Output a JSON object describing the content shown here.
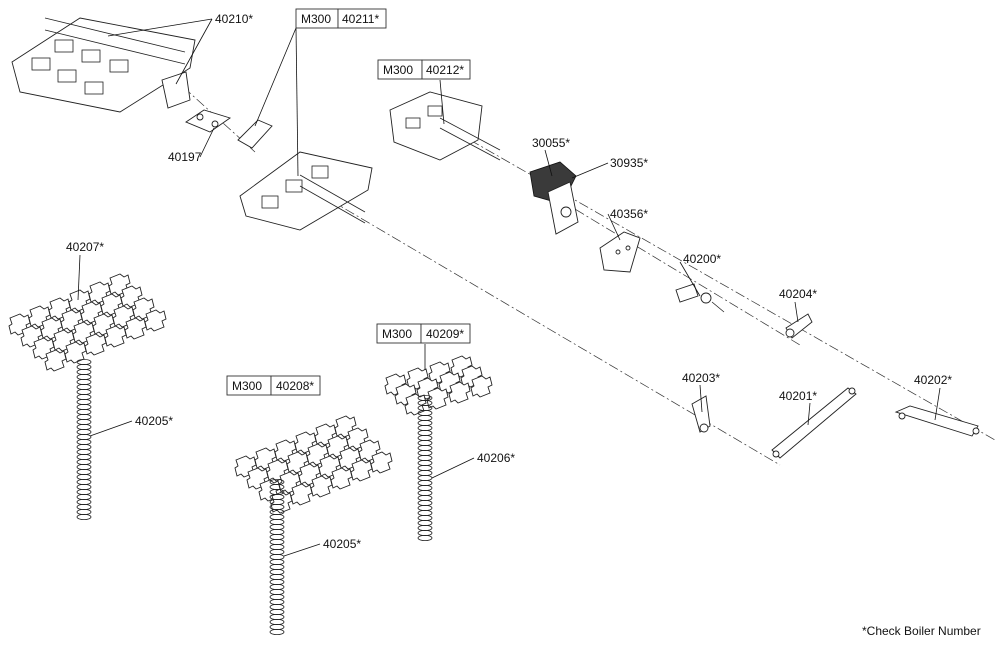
{
  "diagram": {
    "labels": {
      "p40210": "40210*",
      "p40197": "40197",
      "p40211_model": "M300",
      "p40211": "40211*",
      "p40212_model": "M300",
      "p40212": "40212*",
      "p30055": "30055*",
      "p30935": "30935*",
      "p40356": "40356*",
      "p40200": "40200*",
      "p40204": "40204*",
      "p40203": "40203*",
      "p40201": "40201*",
      "p40202": "40202*",
      "p40207": "40207*",
      "p40205_a": "40205*",
      "p40208_model": "M300",
      "p40208": "40208*",
      "p40209_model": "M300",
      "p40209": "40209*",
      "p40206": "40206*",
      "p40205_b": "40205*"
    },
    "footnote": "*Check Boiler Number"
  }
}
